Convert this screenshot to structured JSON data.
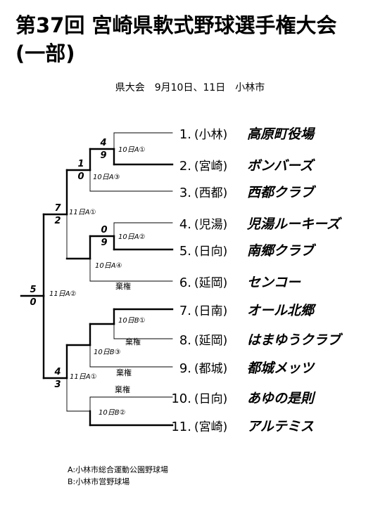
{
  "title_line1": "第37回 宮崎県軟式野球選手権大会",
  "title_line2": "(一部)",
  "subtitle": "県大会　9月10日、11日　小林市",
  "teams": [
    {
      "num": "1.",
      "area": "(小林)",
      "name": "高原町役場"
    },
    {
      "num": "2.",
      "area": "(宮崎)",
      "name": "ボンバーズ"
    },
    {
      "num": "3.",
      "area": "(西都)",
      "name": "西都クラブ"
    },
    {
      "num": "4.",
      "area": "(児湯)",
      "name": "児湯ルーキーズ"
    },
    {
      "num": "5.",
      "area": "(日向)",
      "name": "南郷クラブ"
    },
    {
      "num": "6.",
      "area": "(延岡)",
      "name": "センコー"
    },
    {
      "num": "7.",
      "area": "(日南)",
      "name": "オール北郷"
    },
    {
      "num": "8.",
      "area": "(延岡)",
      "name": "はまゆうクラブ"
    },
    {
      "num": "9.",
      "area": "(都城)",
      "name": "都城メッツ"
    },
    {
      "num": "10.",
      "area": "(日向)",
      "name": "あゆの是則"
    },
    {
      "num": "11.",
      "area": "(宮崎)",
      "name": "アルテミス"
    }
  ],
  "games": [
    {
      "label": "10日A①",
      "top_score": "4",
      "bottom_score": "9"
    },
    {
      "label": "10日A③",
      "top_score": "1",
      "bottom_score": "0"
    },
    {
      "label": "10日A②",
      "top_score": "0",
      "bottom_score": "9"
    },
    {
      "label": "10日A④",
      "forfeit": "棄権"
    },
    {
      "label": "11日A①",
      "top_score": "7",
      "bottom_score": "2"
    },
    {
      "label": "10日B①",
      "forfeit": "棄権"
    },
    {
      "label": "10日B③",
      "forfeit": "棄権"
    },
    {
      "label": "11日A①",
      "top_score": "4",
      "bottom_score": "3"
    },
    {
      "label": "10日B②",
      "forfeit": "棄権"
    },
    {
      "label": "11日A②",
      "top_score": "5",
      "bottom_score": "0"
    }
  ],
  "legend": [
    "A:小林市総合運動公園野球場",
    "B:小林市営野球場"
  ]
}
